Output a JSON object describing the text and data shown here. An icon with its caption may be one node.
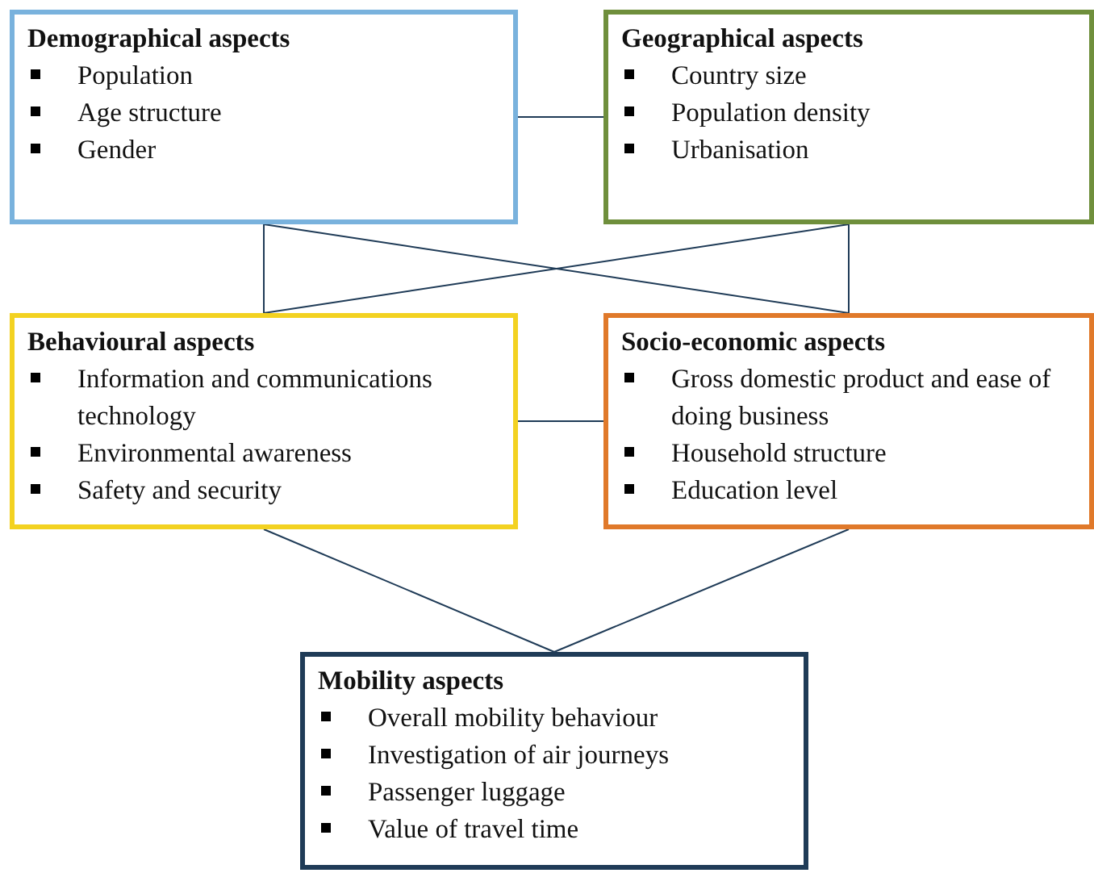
{
  "diagram": {
    "nodes": [
      {
        "text": [
          "Demographical aspects",
          "Population",
          "Age structure",
          "Gender"
        ]
      },
      {
        "text": [
          "Geographical aspects",
          "Country size",
          "Population density",
          "Urbanisation"
        ]
      },
      {
        "text": [
          "Behavioural aspects",
          "Information and communications technology",
          "Environmental awareness",
          "Safety and security"
        ]
      },
      {
        "text": [
          "Socio-economic aspects",
          "Gross domestic product and ease of doing business",
          "Household structure",
          "Education level"
        ]
      },
      {
        "text": [
          "Mobility aspects",
          "Overall mobility behaviour",
          "Investigation of air journeys",
          "Passenger luggage",
          "Value of travel time"
        ]
      }
    ],
    "edges": [
      {
        "from": 0,
        "to": 1,
        "arrow": "none"
      },
      {
        "from": 0,
        "to": 2,
        "arrow": "none"
      },
      {
        "from": 0,
        "to": 3,
        "arrow": "none"
      },
      {
        "from": 1,
        "to": 2,
        "arrow": "none"
      },
      {
        "from": 1,
        "to": 3,
        "arrow": "none"
      },
      {
        "from": 2,
        "to": 3,
        "arrow": "none"
      },
      {
        "from": 2,
        "to": 4,
        "arrow": "none"
      },
      {
        "from": 3,
        "to": 4,
        "arrow": "none"
      }
    ]
  }
}
